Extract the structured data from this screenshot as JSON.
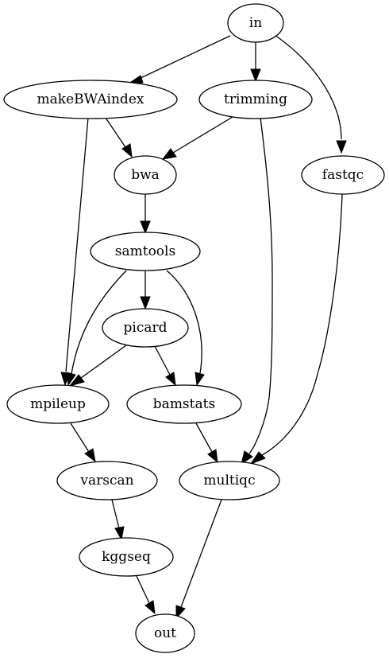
{
  "nodes": {
    "in": "in",
    "makeBWAindex": "makeBWAindex",
    "trimming": "trimming",
    "fastqc": "fastqc",
    "bwa": "bwa",
    "samtools": "samtools",
    "picard": "picard",
    "mpileup": "mpileup",
    "bamstats": "bamstats",
    "varscan": "varscan",
    "multiqc": "multiqc",
    "kggseq": "kggseq",
    "out": "out"
  },
  "edges": [
    [
      "in",
      "makeBWAindex"
    ],
    [
      "in",
      "trimming"
    ],
    [
      "in",
      "fastqc"
    ],
    [
      "makeBWAindex",
      "bwa"
    ],
    [
      "makeBWAindex",
      "mpileup"
    ],
    [
      "trimming",
      "bwa"
    ],
    [
      "trimming",
      "multiqc"
    ],
    [
      "fastqc",
      "multiqc"
    ],
    [
      "bwa",
      "samtools"
    ],
    [
      "samtools",
      "picard"
    ],
    [
      "samtools",
      "mpileup"
    ],
    [
      "samtools",
      "bamstats"
    ],
    [
      "picard",
      "mpileup"
    ],
    [
      "picard",
      "bamstats"
    ],
    [
      "mpileup",
      "varscan"
    ],
    [
      "bamstats",
      "multiqc"
    ],
    [
      "varscan",
      "kggseq"
    ],
    [
      "multiqc",
      "out"
    ],
    [
      "kggseq",
      "out"
    ]
  ]
}
